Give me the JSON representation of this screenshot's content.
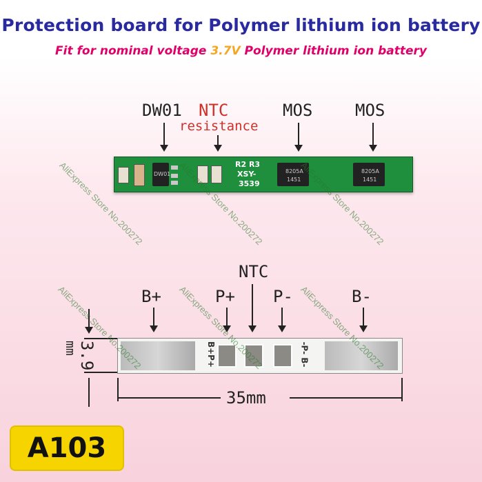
{
  "header": {
    "title": "Protection  board for Polymer lithium ion battery",
    "subtitle_pre": "Fit for nominal voltage ",
    "subtitle_voltage": "3.7V",
    "subtitle_post": " Polymer lithium ion battery"
  },
  "top_labels": {
    "dw01": "DW01",
    "ntc": "NTC",
    "resistance": "resistance",
    "mos1": "MOS",
    "mos2": "MOS"
  },
  "pcb_markings": {
    "r2r3": "R2 R3",
    "xsy": "XSY-",
    "code": "3539",
    "chip1": "8205A",
    "chip1b": "1451",
    "chip2": "8205A",
    "chip2b": "1451",
    "dw": "DW01"
  },
  "bottom_labels": {
    "bplus": "B+",
    "pplus": "P+",
    "ntc": "NTC",
    "pminus": "P-",
    "bminus": "B-"
  },
  "pad_tags": {
    "bplus_pplus": "B+P+",
    "pminus_bminus": "-P- B-"
  },
  "dimensions": {
    "height_value": "3.9",
    "height_unit": "mm",
    "length": "35mm"
  },
  "model": "A103",
  "watermark": "AliExpress Store No.200272",
  "colors": {
    "title": "#2a2aa0",
    "subtitle": "#e0006a",
    "voltage": "#f5a623",
    "ntc_label": "#d0302a",
    "pcb": "#1f8f3e",
    "model_bg": "#f5d400"
  }
}
